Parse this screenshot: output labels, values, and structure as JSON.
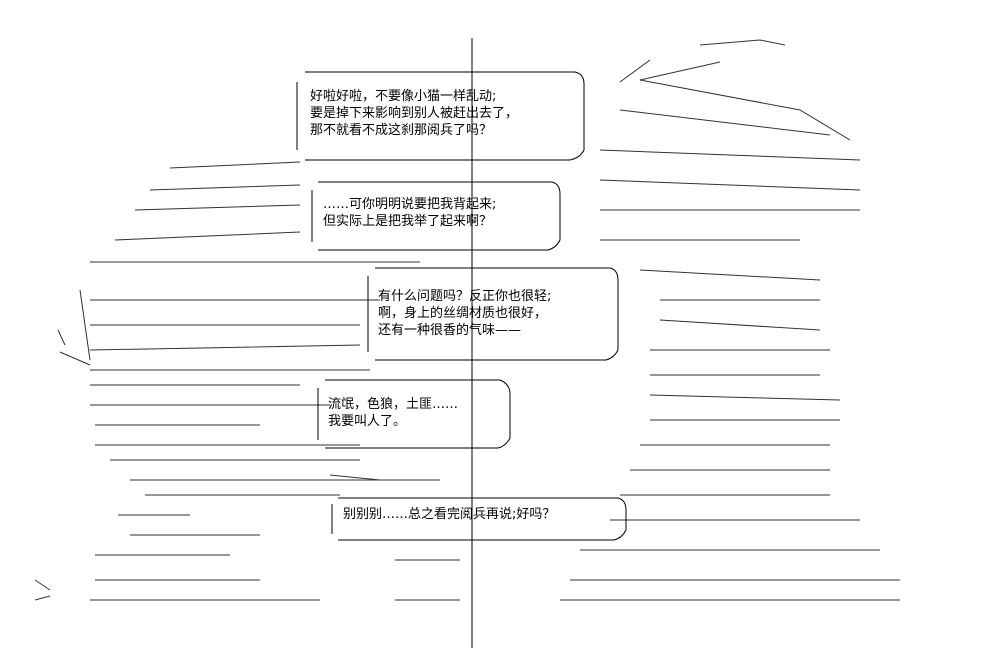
{
  "bubbles": [
    {
      "lines": [
        "好啦好啦，不要像小猫一样乱动;",
        "要是掉下来影响到别人被赶出去了，",
        "那不就看不成这刹那阅兵了吗？"
      ]
    },
    {
      "lines": [
        "……可你明明说要把我背起来;",
        "但实际上是把我举了起来啊？"
      ]
    },
    {
      "lines": [
        "有什么问题吗？反正你也很轻;",
        "啊，身上的丝绸材质也很好，",
        "还有一种很香的气味——"
      ]
    },
    {
      "lines": [
        "流氓，色狼，土匪……",
        "我要叫人了。"
      ]
    },
    {
      "lines": [
        "别别别……总之看完阅兵再说;好吗？"
      ]
    }
  ]
}
